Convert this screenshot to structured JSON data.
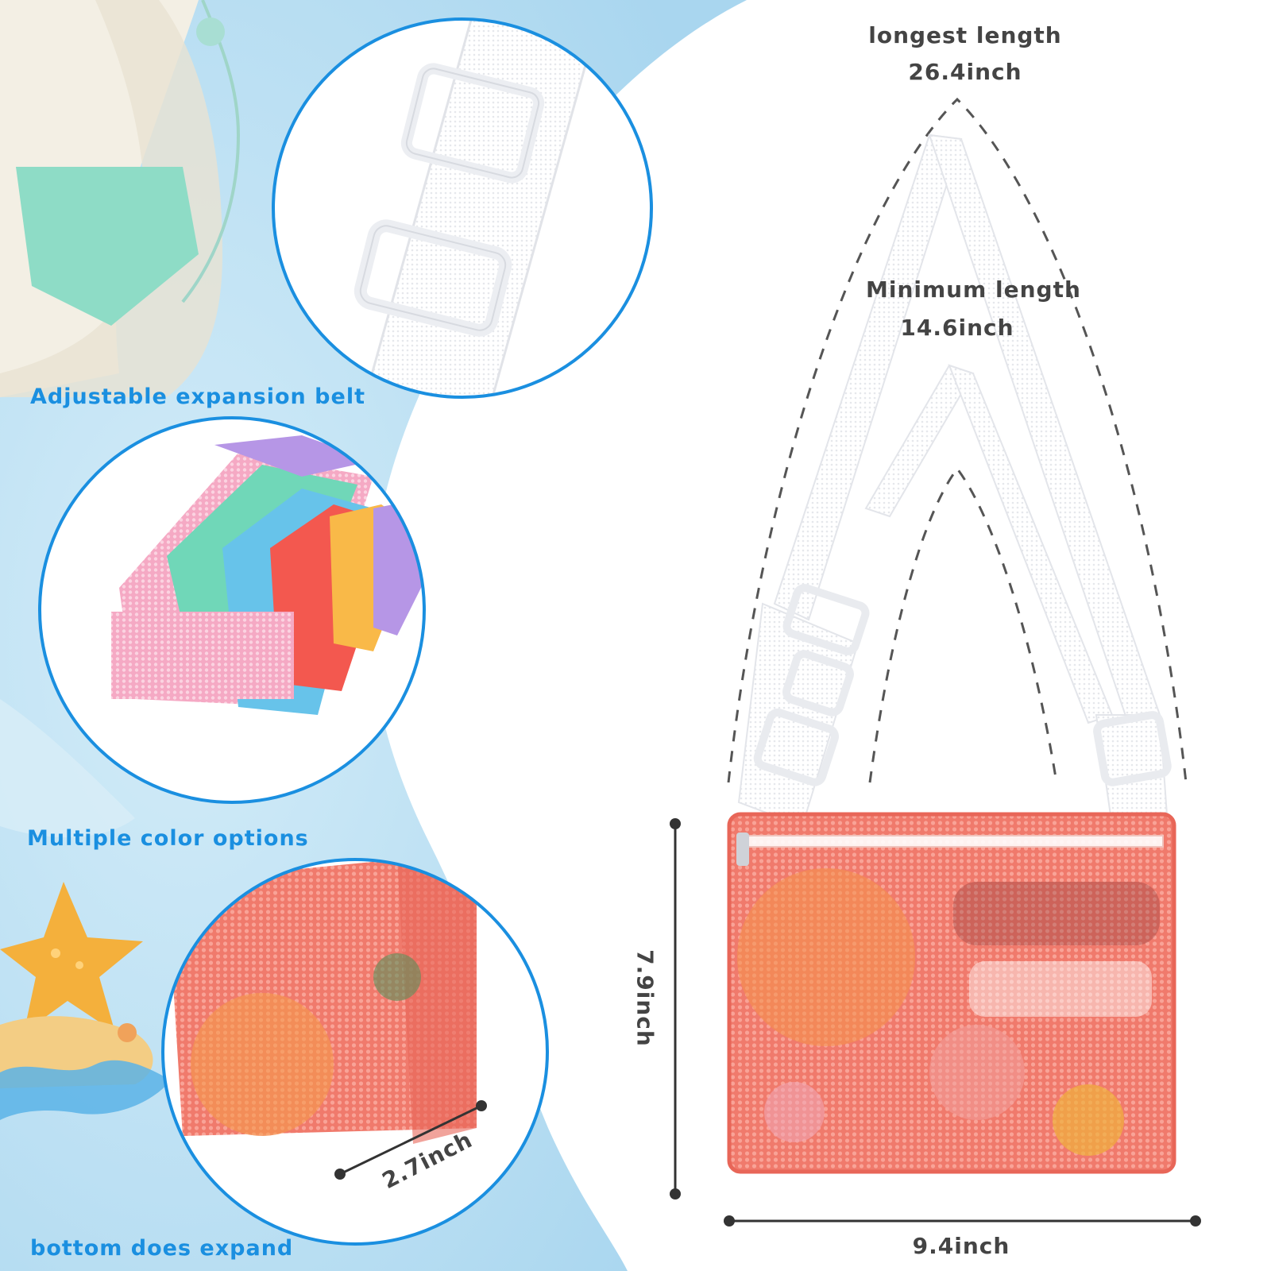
{
  "feature_labels": {
    "belt": "Adjustable expansion belt",
    "colors": "Multiple color options",
    "bottom": "bottom does expand"
  },
  "dimensions": {
    "longest_title": "longest length",
    "longest_value": "26.4inch",
    "minimum_title": "Minimum length",
    "minimum_value": "14.6inch",
    "height": "7.9inch",
    "width": "9.4inch",
    "depth": "2.7inch"
  },
  "colors": {
    "accent_blue": "#1a8fe0",
    "background_blue": "#bfe2f5",
    "bag_coral": "#f0786a",
    "strap_white": "#ffffff"
  },
  "bag_color_options": [
    "pink",
    "mint",
    "blue",
    "coral",
    "yellow",
    "purple"
  ]
}
